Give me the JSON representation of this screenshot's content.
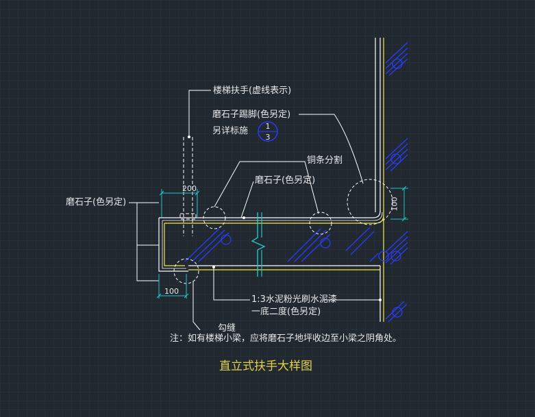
{
  "labels": {
    "handrail": "楼梯扶手(虚线表示)",
    "skirting": "磨石子踢脚(色另定)",
    "see_detail": "另详标施",
    "detail_num": "1",
    "detail_sheet": "3",
    "copper_strip": "铜条分割",
    "terrazzo_top": "磨石子(色另定)",
    "terrazzo_left": "磨石子(色另定)",
    "cement_line1": "1:3水泥粉光刷水泥漆",
    "cement_line2": "一底二度(色另定)",
    "groove": "勾缝",
    "note": "注：如有楼梯小梁，应将磨石子地坪收边至小梁之阴角处。"
  },
  "dimensions": {
    "top_width": "200",
    "bottom_width": "100",
    "right_height": "100"
  },
  "title": "直立式扶手大样图",
  "colors": {
    "background": "#212830",
    "grid": "#2b3440",
    "line": "#ffffff",
    "yellow": "#f0ec3a",
    "hatch": "#2a3cf0",
    "dim": "#20c8c8",
    "title": "#e2d24a"
  }
}
